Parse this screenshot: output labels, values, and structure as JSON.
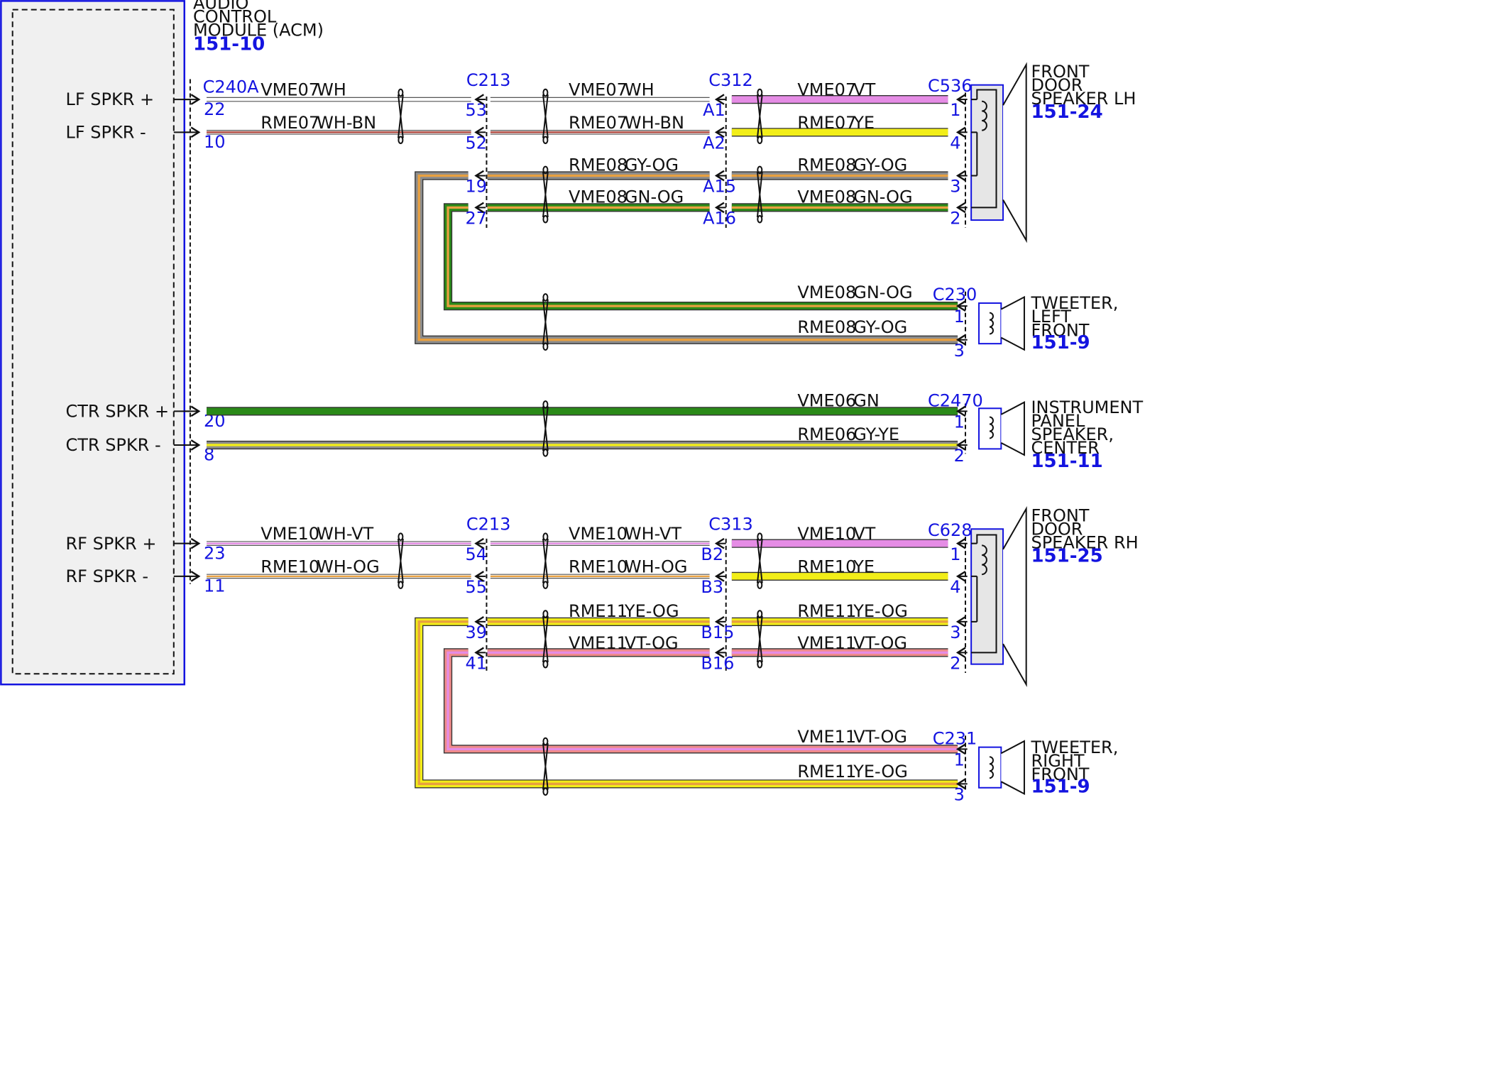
{
  "colors": {
    "WH": "#ffffff",
    "BN": "#b0463c",
    "VT": "#e58ce5",
    "YE": "#f2ee18",
    "GY": "#8c8c8c",
    "OG": "#e8a040",
    "GN": "#2a8a18",
    "BK": "#1a1a1a",
    "PK": "#ef8a8a",
    "connector_label": "#1414e0",
    "module_border": "#1414e0",
    "module_fill": "#f0f0f0"
  },
  "module": {
    "name": "AUDIO\nCONTROL\nMODULE (ACM)",
    "ref": "151-10",
    "pins": [
      "LF SPKR +",
      "LF SPKR -",
      "CTR SPKR +",
      "CTR SPKR -",
      "RF SPKR +",
      "RF SPKR -"
    ]
  },
  "components": [
    {
      "name": "FRONT\nDOOR\nSPEAKER LH",
      "ref": "151-24",
      "icon": "speaker-icon"
    },
    {
      "name": "TWEETER,\nLEFT\nFRONT",
      "ref": "151-9",
      "icon": "speaker-icon"
    },
    {
      "name": "INSTRUMENT\nPANEL\nSPEAKER,\nCENTER",
      "ref": "151-11",
      "icon": "speaker-icon"
    },
    {
      "name": "FRONT\nDOOR\nSPEAKER RH",
      "ref": "151-25",
      "icon": "speaker-icon"
    },
    {
      "name": "TWEETER,\nRIGHT\nFRONT",
      "ref": "151-9",
      "icon": "speaker-icon"
    }
  ],
  "connectors": [
    "C240A",
    "C213",
    "C312",
    "C536",
    "C230",
    "C2470",
    "C213",
    "C313",
    "C628",
    "C231"
  ],
  "pins": {
    "C240A": [
      "22",
      "10",
      "20",
      "8",
      "23",
      "11"
    ],
    "C213_top": [
      "53",
      "52",
      "19",
      "27"
    ],
    "C312": [
      "A1",
      "A2",
      "A15",
      "A16"
    ],
    "C536": [
      "1",
      "4",
      "3",
      "2"
    ],
    "C230": [
      "1",
      "3"
    ],
    "C2470": [
      "1",
      "2"
    ],
    "C213_bottom": [
      "54",
      "55",
      "39",
      "41"
    ],
    "C313": [
      "B2",
      "B3",
      "B15",
      "B16"
    ],
    "C628": [
      "1",
      "4",
      "3",
      "2"
    ],
    "C231": [
      "1",
      "3"
    ]
  },
  "wire_labels": [
    "VME07",
    "WH",
    "RME07",
    "WH-BN",
    "VME07",
    "WH",
    "RME07",
    "WH-BN",
    "VME07",
    "VT",
    "RME07",
    "YE",
    "RME08",
    "GY-OG",
    "VME08",
    "GN-OG",
    "RME08",
    "GY-OG",
    "VME08",
    "GN-OG",
    "VME08",
    "GN-OG",
    "RME08",
    "GY-OG",
    "VME06",
    "GN",
    "RME06",
    "GY-YE",
    "VME10",
    "WH-VT",
    "RME10",
    "WH-OG",
    "VME10",
    "WH-VT",
    "RME10",
    "WH-OG",
    "VME10",
    "VT",
    "RME10",
    "YE",
    "RME11",
    "YE-OG",
    "VME11",
    "VT-OG",
    "RME11",
    "YE-OG",
    "VME11",
    "VT-OG",
    "VME11",
    "VT-OG",
    "RME11",
    "YE-OG"
  ]
}
